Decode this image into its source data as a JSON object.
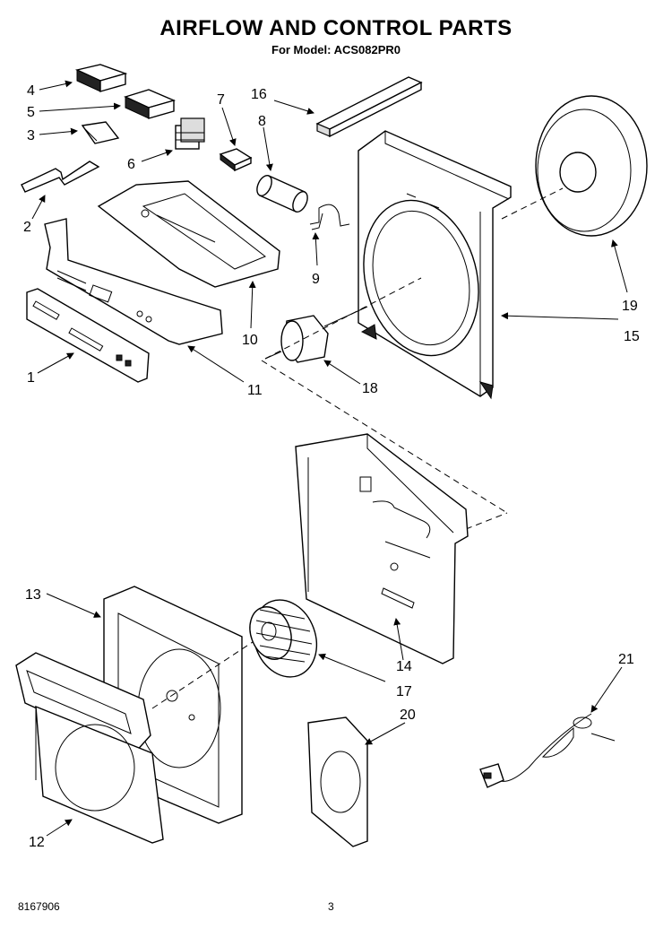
{
  "header": {
    "title": "AIRFLOW AND CONTROL PARTS",
    "subtitle": "For Model: ACS082PR0"
  },
  "footer": {
    "doc_number": "8167906",
    "page_number": "3"
  },
  "callouts": [
    "1",
    "2",
    "3",
    "4",
    "5",
    "6",
    "7",
    "8",
    "9",
    "10",
    "11",
    "12",
    "13",
    "14",
    "15",
    "16",
    "17",
    "18",
    "19",
    "20",
    "21"
  ]
}
